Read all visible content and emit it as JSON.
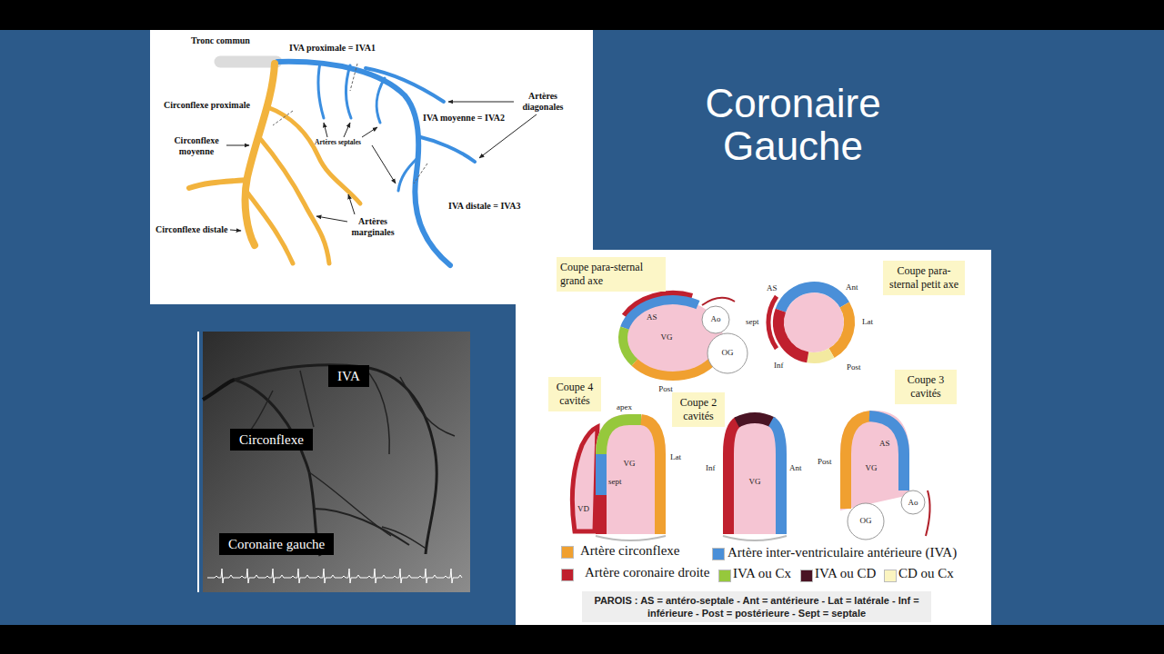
{
  "diagram": {
    "title": "Coronaire Gauche",
    "nodes": [
      {
        "text": [
          "IVA"
        ]
      },
      {
        "text": [
          "Circonflexe"
        ]
      },
      {
        "text": [
          "Coronaire gauche"
        ]
      },
      {
        "text": [
          "Coupe para-sternal grand axe"
        ]
      },
      {
        "text": [
          "Coupe para-sternal petit axe"
        ]
      },
      {
        "text": [
          "Coupe 4 cavités"
        ]
      },
      {
        "text": [
          "Coupe 2 cavités"
        ]
      },
      {
        "text": [
          "Coupe 3 cavités"
        ]
      },
      {
        "text": [
          "PAROIS : AS = antéro-septale - Ant = antérieure - Lat = latérale - Inf = inférieure - Post = postérieure - Sept = septale"
        ]
      }
    ],
    "labels": [
      "Tronc commun",
      "IVA proximale = IVA1",
      "Circonflexe proximale",
      "Artères diagonales",
      "IVA moyenne = IVA2",
      "Circonflexe moyenne",
      "Artères septales",
      "Artères marginales",
      "IVA distale = IVA3",
      "Circonflexe distale",
      "AS",
      "Ao",
      "VG",
      "OG",
      "Post",
      "AS",
      "Ant",
      "sept",
      "Lat",
      "Inf",
      "Post",
      "apex",
      "Lat",
      "sept",
      "VG",
      "VD",
      "Inf",
      "Ant",
      "VG",
      "Post",
      "AS",
      "VG",
      "OG",
      "Ao"
    ],
    "legend": [
      {
        "text": "Artère circonflexe",
        "color": "#f0a030"
      },
      {
        "text": "Artère inter-ventriculaire antérieure (IVA)",
        "color": "#4a8fd8"
      },
      {
        "text": "Artère coronaire droite",
        "color": "#c0202e"
      },
      {
        "text": "IVA ou Cx",
        "color": "#96c83c"
      },
      {
        "text": "IVA ou CD",
        "color": "#4a1424"
      },
      {
        "text": "CD ou Cx",
        "color": "#fbf4c0"
      }
    ]
  }
}
